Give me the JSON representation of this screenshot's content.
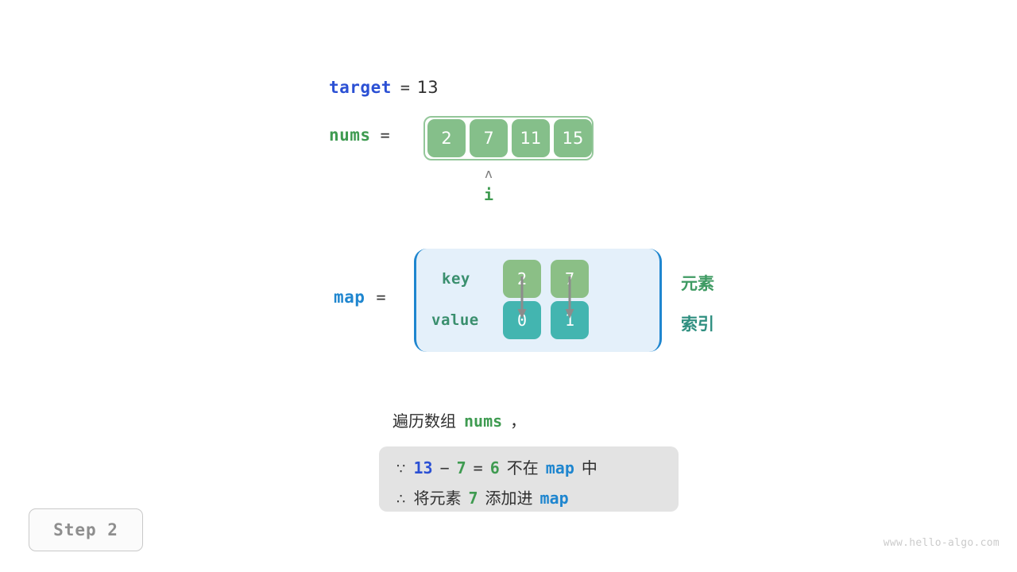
{
  "target": {
    "name": "target",
    "equals": "=",
    "value": "13"
  },
  "nums": {
    "name": "nums",
    "equals": "=",
    "cells": [
      "2",
      "7",
      "11",
      "15"
    ],
    "pointer": {
      "caret": "ʌ",
      "label": "i",
      "index": 1
    }
  },
  "map": {
    "name": "map",
    "equals": "=",
    "row_labels": {
      "key": "key",
      "value": "value"
    },
    "keys": [
      "2",
      "7"
    ],
    "values": [
      "0",
      "1"
    ],
    "side_labels": {
      "element": "元素",
      "index": "索引"
    }
  },
  "caption": {
    "prefix": "遍历数组",
    "code": "nums",
    "suffix": "，"
  },
  "note": {
    "line1": {
      "symbol": "∵",
      "lhs": "13",
      "operator": "−",
      "rhs": "7",
      "eq": "=",
      "result": "6",
      "text_mid": "不在",
      "map_kw": "map",
      "text_end": "中"
    },
    "line2": {
      "symbol": "∴",
      "text_start": "将元素",
      "num": "7",
      "text_mid": "添加进",
      "map_kw": "map"
    }
  },
  "step_badge": {
    "label": "Step 2"
  },
  "watermark": {
    "text": "www.hello-algo.com"
  },
  "colors": {
    "target_blue": "#2b50d4",
    "nums_green": "#3f9b51",
    "map_blue": "#1f86cf",
    "array_cell": "#85bf8a",
    "array_frame": "#94c79a",
    "map_key_cell": "#8bbf86",
    "map_value_cell": "#43b5b0",
    "map_box_fill": "#e4f0fa",
    "note_box": "#e3e3e3",
    "row_label_teal": "#3a8f6e",
    "arrow_gray": "#8c8c8c"
  }
}
